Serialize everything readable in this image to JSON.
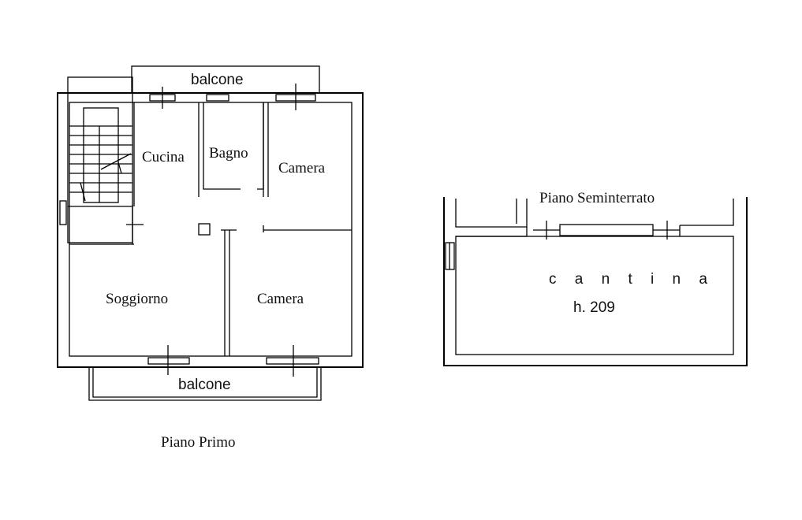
{
  "first_floor": {
    "title": "Piano Primo",
    "rooms": {
      "balcony_top": "balcone",
      "kitchen": "Cucina",
      "bathroom": "Bagno",
      "bedroom_top": "Camera",
      "living": "Soggiorno",
      "bedroom_bottom": "Camera",
      "balcony_bottom": "balcone"
    }
  },
  "basement": {
    "title": "Piano Seminterrato",
    "room": "c a n t i n a",
    "height": "h. 209"
  }
}
